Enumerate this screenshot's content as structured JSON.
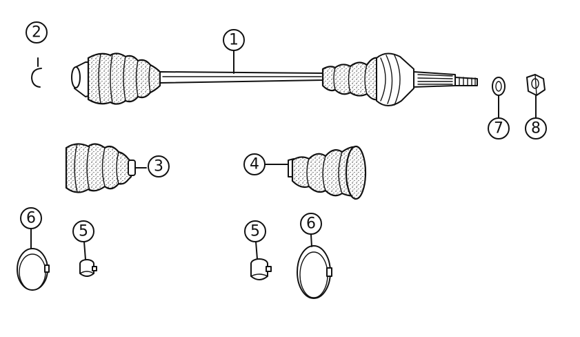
{
  "callouts": {
    "c1": "1",
    "c2": "2",
    "c3": "3",
    "c4": "4",
    "c5a": "5",
    "c5b": "5",
    "c6a": "6",
    "c6b": "6",
    "c7": "7",
    "c8": "8"
  },
  "colors": {
    "ink": "#111111",
    "paper": "#ffffff"
  }
}
